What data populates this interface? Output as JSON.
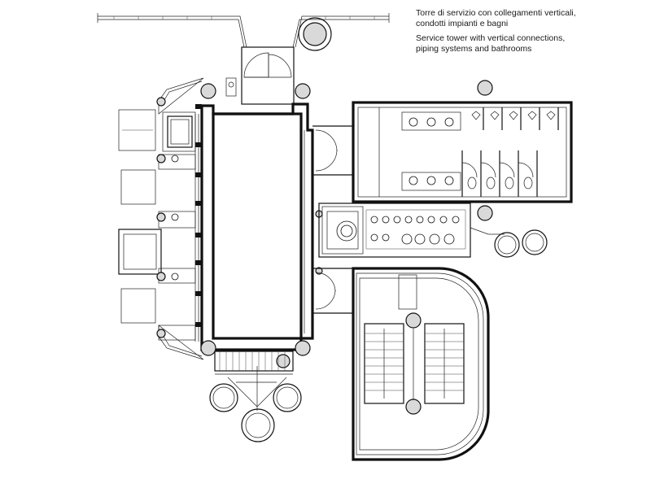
{
  "caption": {
    "italian_line1": "Torre di servizio con collegamenti verticali,",
    "italian_line2": "condotti impianti e bagni",
    "english_line1": "Service tower with vertical connections,",
    "english_line2": "piping systems and bathrooms"
  }
}
